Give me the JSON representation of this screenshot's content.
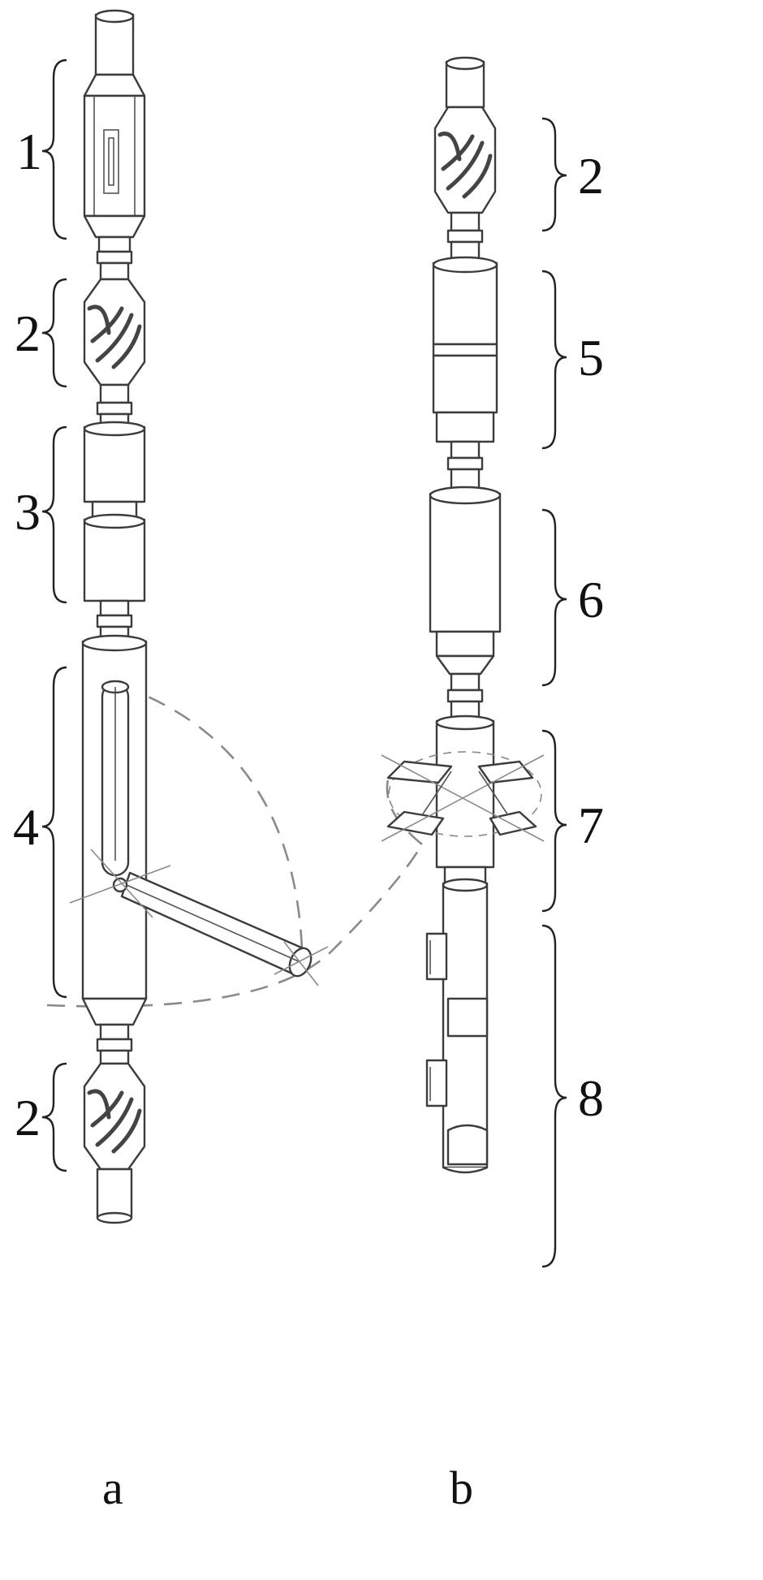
{
  "figure": {
    "panels": [
      {
        "caption": "a",
        "labels": [
          {
            "text": "1"
          },
          {
            "text": "2"
          },
          {
            "text": "3"
          },
          {
            "text": "4"
          },
          {
            "text": "2"
          }
        ]
      },
      {
        "caption": "b",
        "labels": [
          {
            "text": "2"
          },
          {
            "text": "5"
          },
          {
            "text": "6"
          },
          {
            "text": "7"
          },
          {
            "text": "8"
          }
        ]
      }
    ]
  }
}
